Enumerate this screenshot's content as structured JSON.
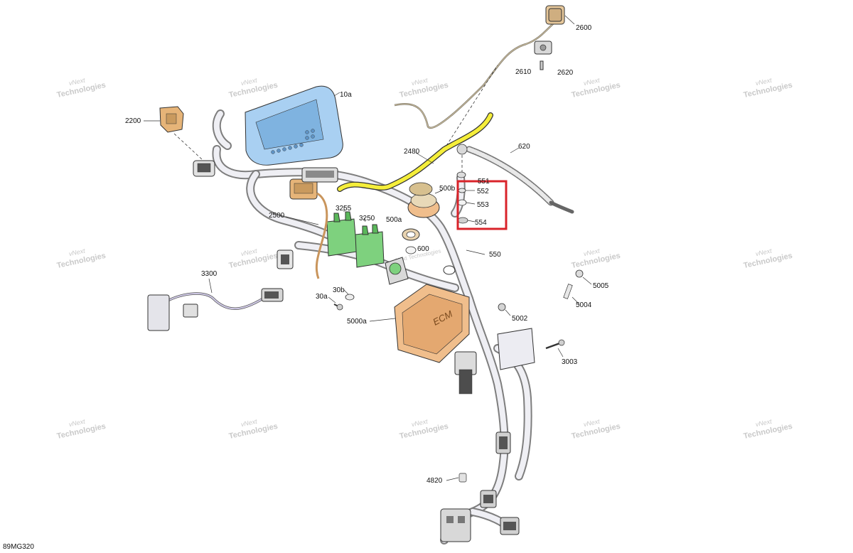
{
  "watermark": {
    "line1": "vNext",
    "line2": "Technologies",
    "combined": "vNext Technologies"
  },
  "figure_code": "89MG320",
  "callouts": {
    "c2600": "2600",
    "c2610": "2610",
    "c2620": "2620",
    "c10a": "10a",
    "c2200": "2200",
    "c2480": "2480",
    "c620": "620",
    "c551": "551",
    "c552": "552",
    "c553": "553",
    "c554": "554",
    "c500b": "500b",
    "c2500": "2500",
    "c3255": "3255",
    "c3250": "3250",
    "c500a": "500a",
    "c600": "600",
    "c550": "550",
    "c3300": "3300",
    "c30a": "30a",
    "c30b": "30b",
    "c5005": "5005",
    "c5004": "5004",
    "c5002": "5002",
    "c5000a": "5000a",
    "c3003": "3003",
    "c4820": "4820"
  },
  "ecm_marking": "ECM",
  "highlight_color": "#d9232a",
  "part_colors": {
    "display": "#a9d0f2",
    "ecm": "#f0be8c",
    "relay": "#7ed17e",
    "wire": "#f5ee3a",
    "connector": "#e6b478"
  }
}
